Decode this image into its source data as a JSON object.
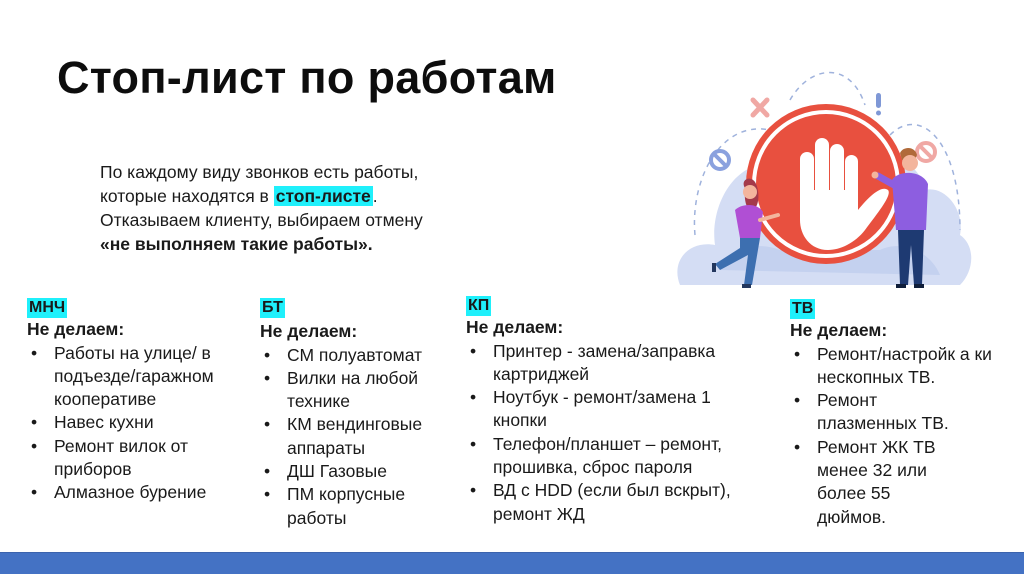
{
  "slide": {
    "title": "Стоп-лист по работам",
    "intro": {
      "line1": "По каждому виду звонков есть работы,",
      "line2_prefix": "которые находятся в ",
      "line2_highlight": "стоп-листе",
      "line2_suffix": ".",
      "line3": "Отказываем клиенту, выбираем отмену",
      "line4": "«не выполняем такие работы»."
    },
    "columns": [
      {
        "tag": "МНЧ",
        "subtitle": "Не делаем:",
        "items": [
          "Работы на улице/ в подъезде/гаражном кооперативе",
          "Навес кухни",
          "Ремонт вилок от приборов",
          "Алмазное бурение"
        ]
      },
      {
        "tag": "БТ",
        "subtitle": "Не делаем:",
        "items": [
          "СМ полуавтомат",
          "Вилки на любой технике",
          "КМ вендинговые аппараты",
          "ДШ Газовые",
          "ПМ корпусные работы"
        ]
      },
      {
        "tag": "КП",
        "subtitle": "Не делаем:",
        "items": [
          "Принтер - замена/заправка картриджей",
          "Ноутбук - ремонт/замена 1 кнопки",
          "Телефон/планшет – ремонт, прошивка, сброс пароля",
          "ВД с HDD (если был вскрыт), ремонт ЖД"
        ]
      },
      {
        "tag": "ТВ",
        "subtitle": "Не делаем:",
        "items": [
          "Ремонт/настройк а кинескопных ТВ.",
          "Ремонт плазменных ТВ.",
          "Ремонт ЖК ТВ менее 32 или более 55 дюймов."
        ]
      }
    ],
    "illustration": {
      "icon": "stop-hand-icon",
      "description": "Two people beside a red stop sign with a raised hand"
    },
    "colors": {
      "highlight": "#1ff0fb",
      "stop_red": "#e8503f",
      "footer_blue": "#4472c4",
      "cloud_blue": "#cfdaf3"
    }
  }
}
